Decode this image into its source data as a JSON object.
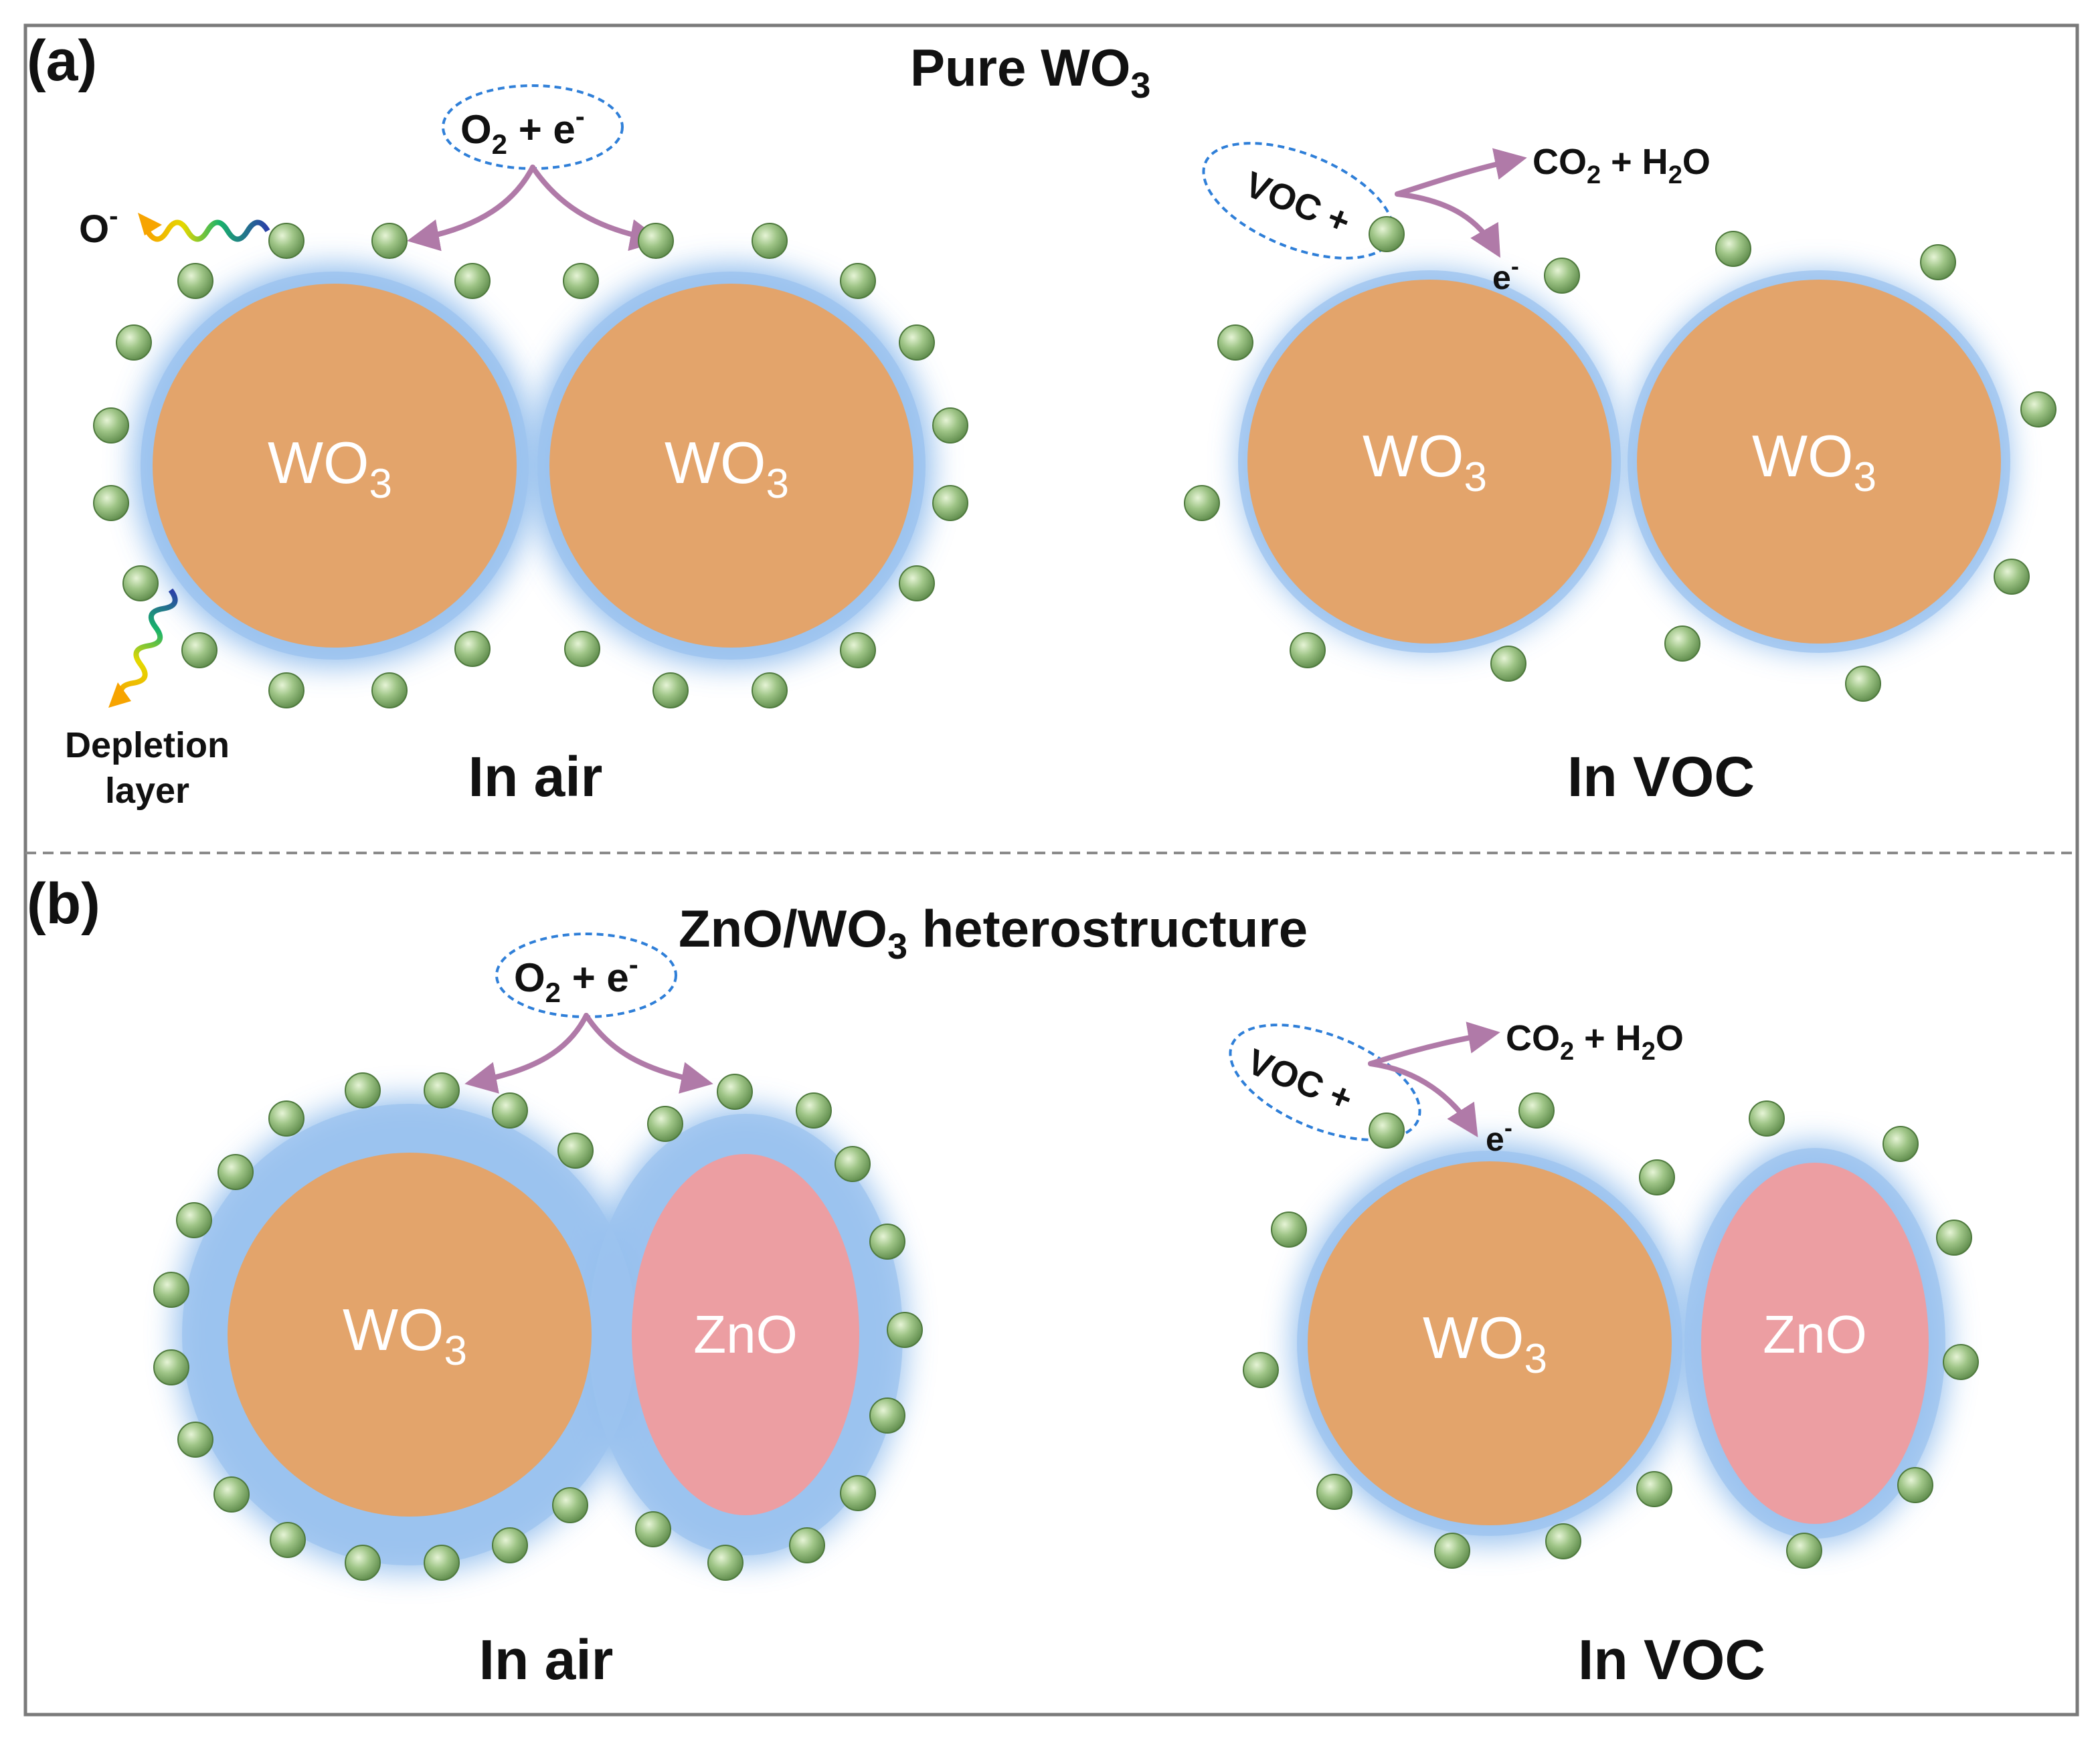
{
  "panel_a": {
    "letter": "(a)",
    "title_main": "Pure WO",
    "title_sub": "3",
    "reactant_bubble": {
      "o": "O",
      "sub": "2",
      "mid": " + e",
      "sup": "-"
    },
    "oxygen_ion": {
      "base": "O",
      "sup": "-"
    },
    "depletion_label_line1": "Depletion",
    "depletion_label_line2": "layer",
    "voc_bubble": "VOC +",
    "products": {
      "co": "CO",
      "co_sub": "2",
      "mid": " + H",
      "h_sub": "2",
      "end": "O"
    },
    "electron": {
      "base": "e",
      "sup": "-"
    },
    "particle_label": {
      "base": "WO",
      "sub": "3"
    },
    "left_caption": "In air",
    "right_caption": "In VOC"
  },
  "panel_b": {
    "letter": "(b)",
    "title_main": "ZnO/WO",
    "title_sub": "3",
    "title_end": " heterostructure",
    "reactant_bubble": {
      "o": "O",
      "sub": "2",
      "mid": " + e",
      "sup": "-"
    },
    "voc_bubble": "VOC +",
    "products": {
      "co": "CO",
      "co_sub": "2",
      "mid": " + H",
      "h_sub": "2",
      "end": "O"
    },
    "electron": {
      "base": "e",
      "sup": "-"
    },
    "wo3_label": {
      "base": "WO",
      "sub": "3"
    },
    "zno_label": "ZnO",
    "left_caption": "In air",
    "right_caption": "In VOC"
  },
  "colors": {
    "wo3": "#e3a46b",
    "zno": "#ec9ea2",
    "depletion_glow": "#7fb2ea",
    "adsorbed_oxygen": "#8fb678",
    "arrow": "#b07aa8",
    "bubble_outline": "#2f7fd8",
    "frame": "#7a7a7a"
  }
}
